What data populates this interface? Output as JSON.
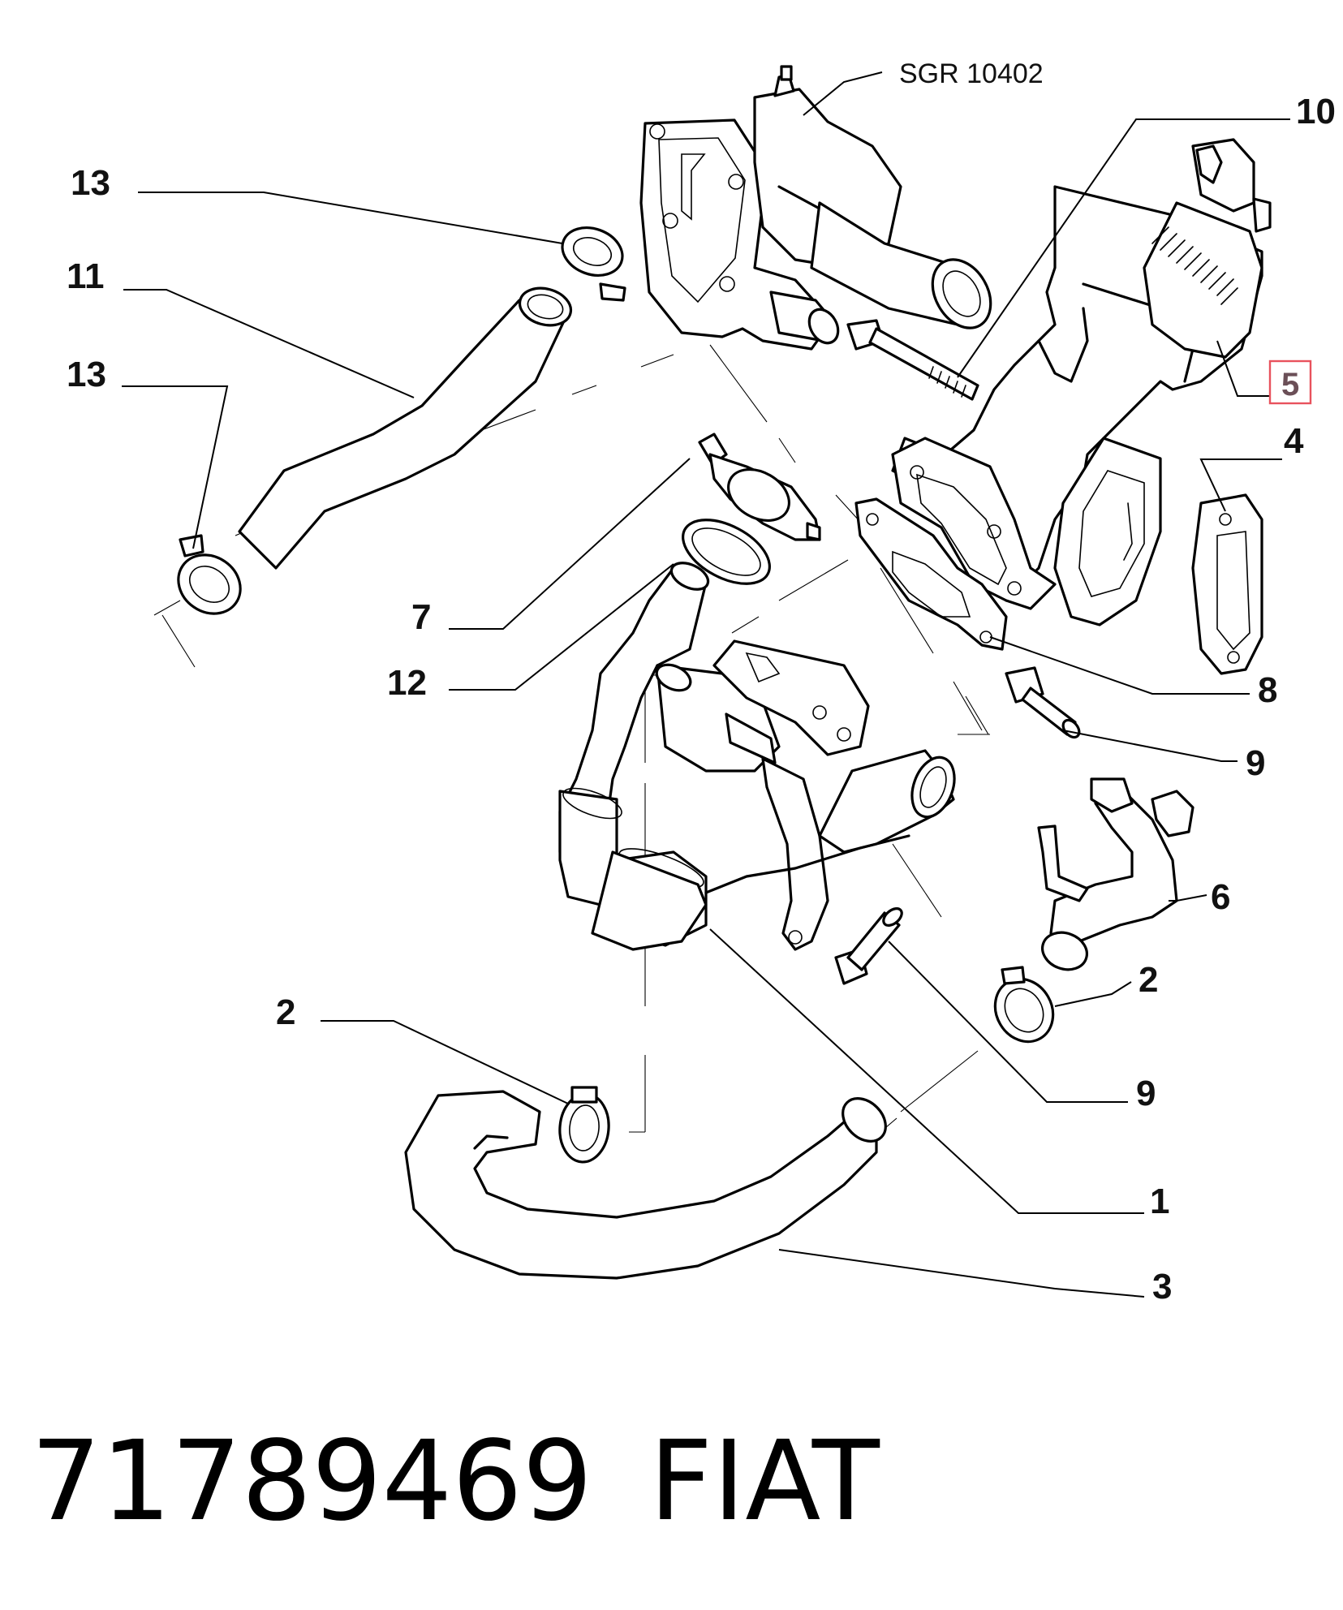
{
  "diagram": {
    "reference": "SGR 10402",
    "highlight_color": "#e8525d",
    "callouts": {
      "c13a": "13",
      "c13b": "13",
      "c11": "11",
      "c10": "10",
      "c5": "5",
      "c4": "4",
      "c7": "7",
      "c12": "12",
      "c8": "8",
      "c9a": "9",
      "c6": "6",
      "c2a": "2",
      "c2b": "2",
      "c9b": "9",
      "c1": "1",
      "c3": "3"
    }
  },
  "caption": {
    "part_number": "71789469",
    "brand": "FIAT"
  }
}
